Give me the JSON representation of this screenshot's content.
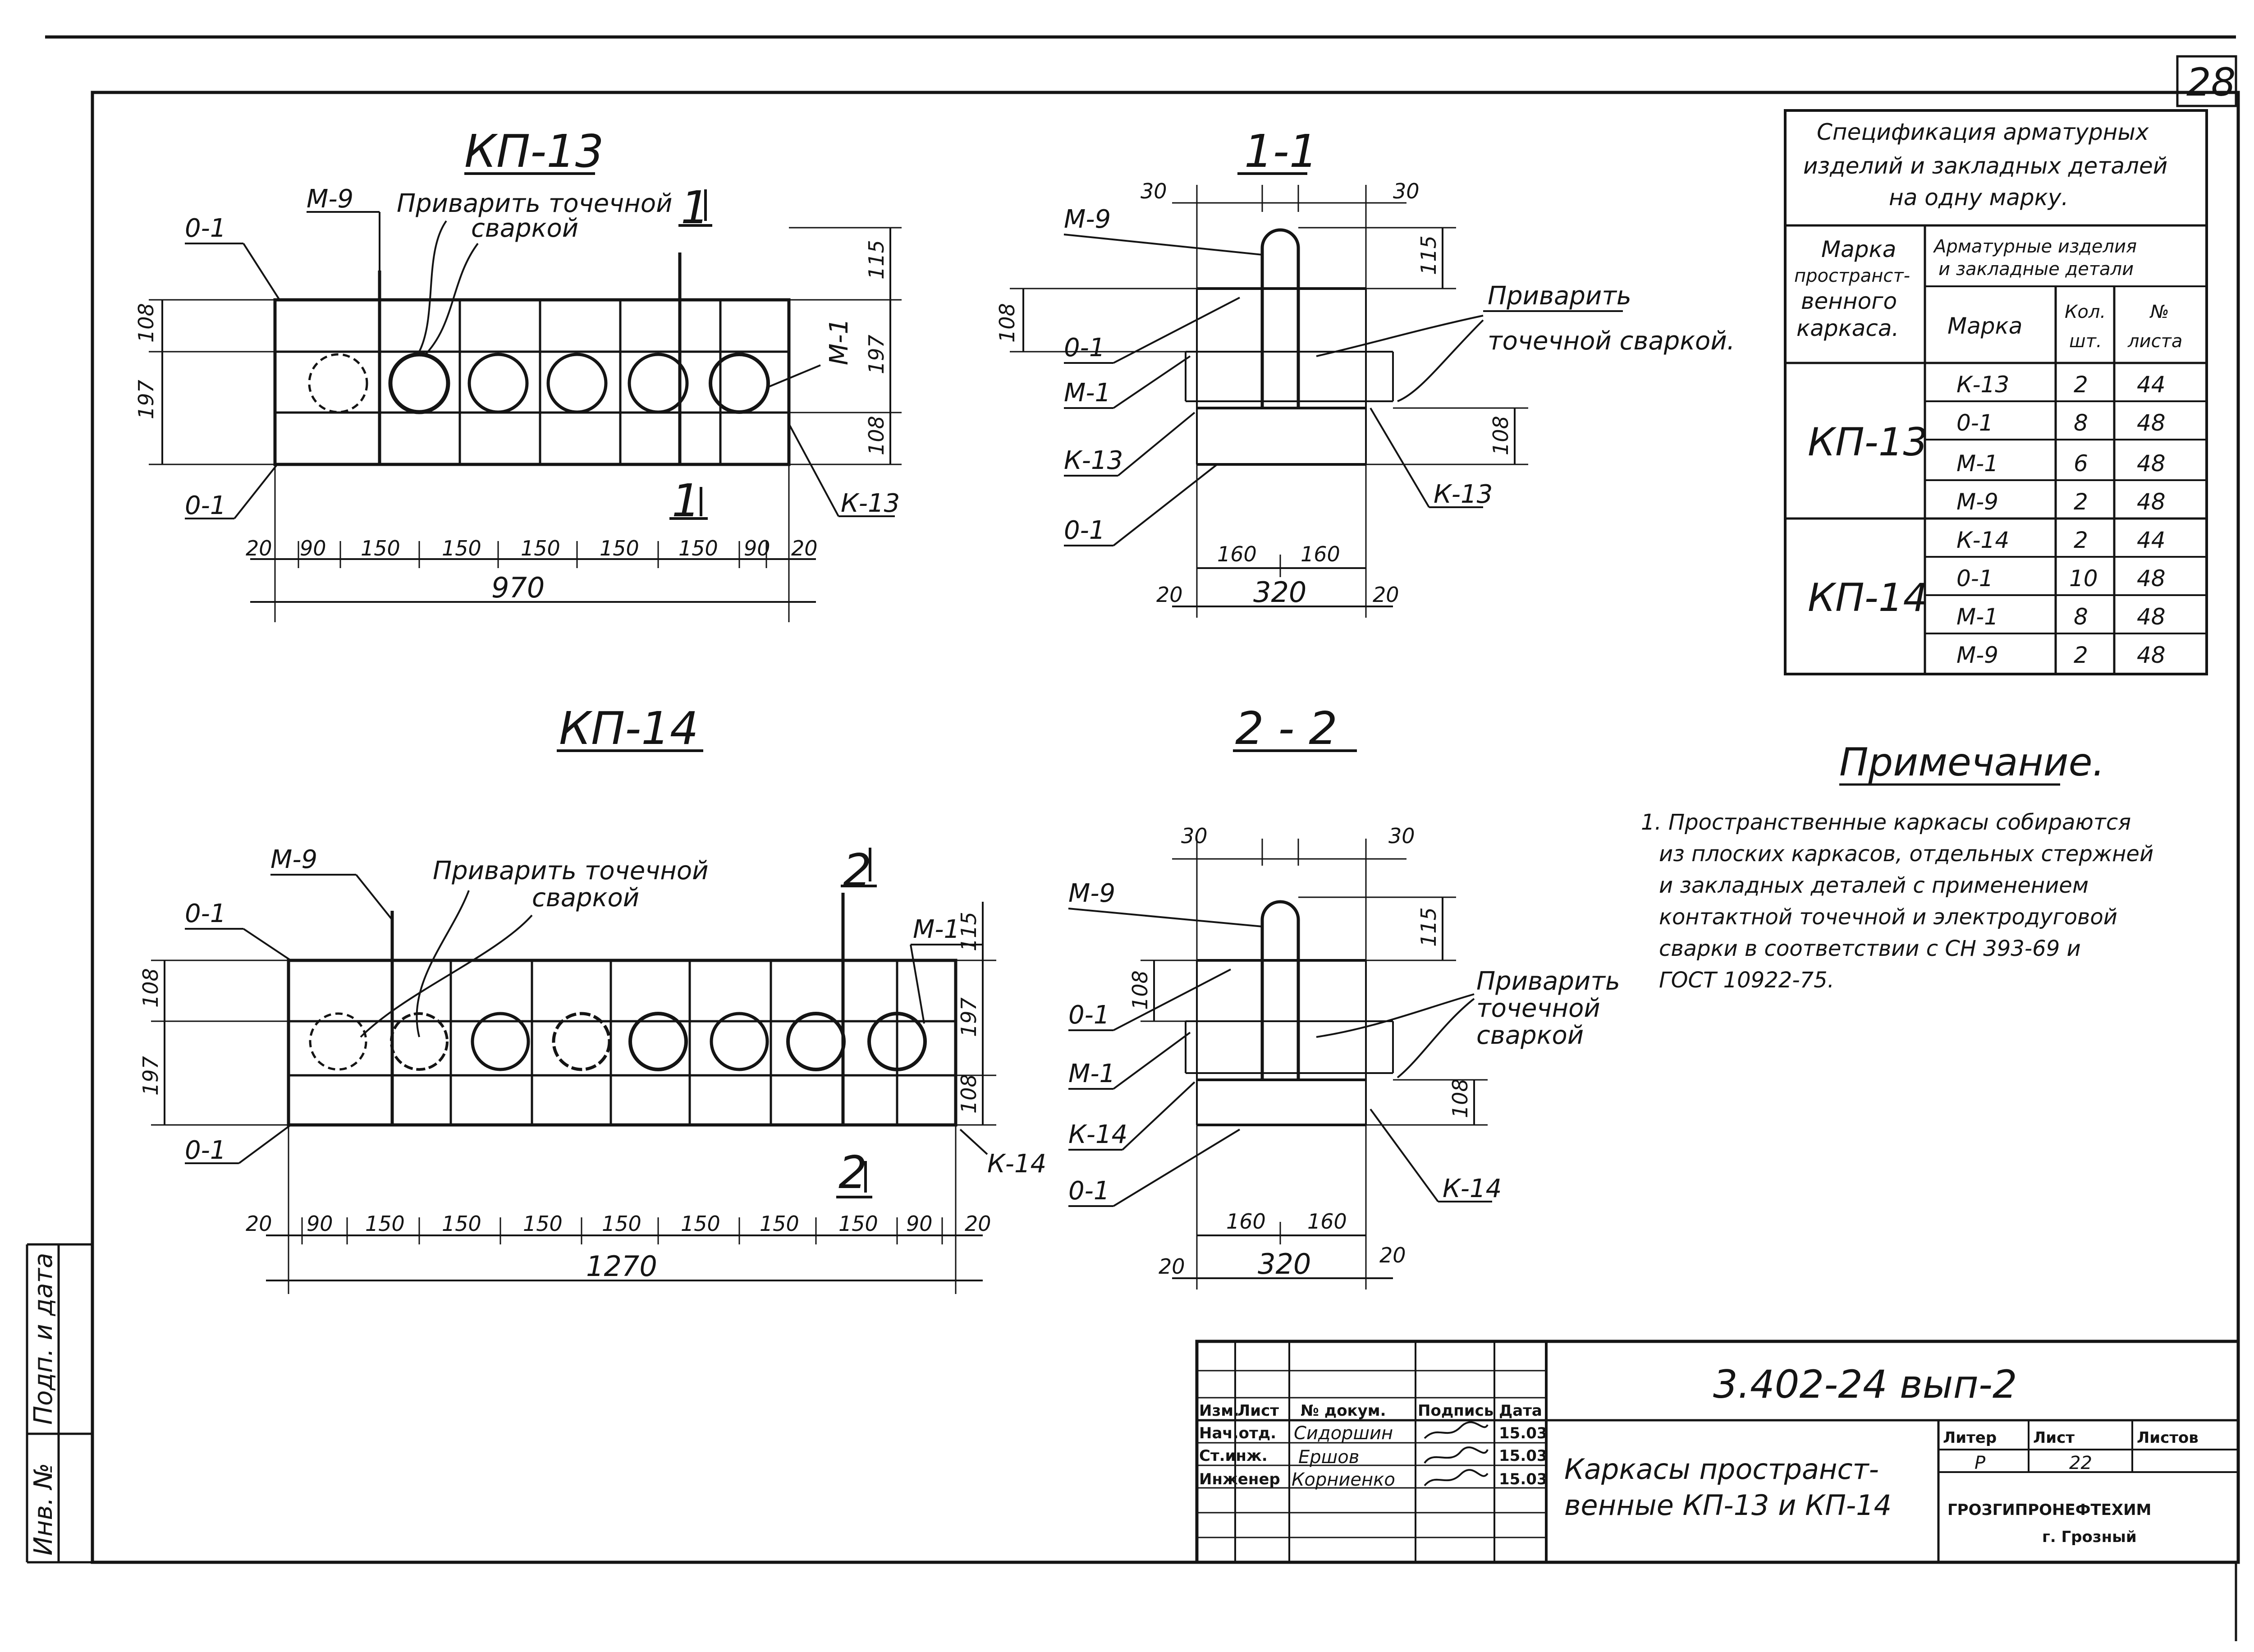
{
  "sheet_number": "28",
  "views": {
    "kp13": {
      "title": "КП-13",
      "section_mark": "1",
      "label_m9": "М-9",
      "label_weld": "Приварить точечной",
      "label_weld2": "сваркой",
      "label_o1_top": "0-1",
      "label_o1_bottom": "0-1",
      "label_m1": "М-1",
      "label_k13": "К-13",
      "dim_115": "115",
      "dim_197_right": "197",
      "dim_108_right": "108",
      "dim_108_left": "108",
      "dim_197_left": "197",
      "dims_bottom": [
        "20",
        "90",
        "150",
        "150",
        "150",
        "150",
        "150",
        "90",
        "20"
      ],
      "dim_total": "970"
    },
    "sec11": {
      "title": "1-1",
      "label_m9": "М-9",
      "label_o1": "0-1",
      "label_m1": "М-1",
      "label_k13_left": "К-13",
      "label_o1_low": "0-1",
      "label_k13_right": "К-13",
      "label_weld": "Приварить",
      "label_weld2": "точечной сваркой.",
      "dim_30_left": "30",
      "dim_30_right": "30",
      "dim_115": "115",
      "dim_108_left": "108",
      "dim_108_right": "108",
      "dim_160a": "160",
      "dim_160b": "160",
      "dim_320": "320",
      "dim_20_left": "20",
      "dim_20_right": "20"
    },
    "kp14": {
      "title": "КП-14",
      "section_mark": "2",
      "label_m9": "М-9",
      "label_weld": "Приварить точечной",
      "label_weld2": "сваркой",
      "label_o1_top": "0-1",
      "label_o1_bottom": "0-1",
      "label_m1": "М-1",
      "label_k14": "К-14",
      "dim_115": "115",
      "dim_197_right": "197",
      "dim_108_right": "108",
      "dim_108_left": "108",
      "dim_197_left": "197",
      "dims_bottom": [
        "20",
        "90",
        "150",
        "150",
        "150",
        "150",
        "150",
        "150",
        "150",
        "90",
        "20"
      ],
      "dim_total": "1270"
    },
    "sec22": {
      "title": "2 - 2",
      "label_m9": "М-9",
      "label_o1": "0-1",
      "label_m1": "М-1",
      "label_k14_left": "К-14",
      "label_o1_low": "0-1",
      "label_k14_right": "К-14",
      "label_weld": "Приварить",
      "label_weld2": "точечной",
      "label_weld3": "сваркой",
      "dim_30_left": "30",
      "dim_30_right": "30",
      "dim_115": "115",
      "dim_108_left": "108",
      "dim_108_right": "108",
      "dim_160a": "160",
      "dim_160b": "160",
      "dim_320": "320",
      "dim_20_left": "20",
      "dim_20_right": "20"
    }
  },
  "spec": {
    "title_lines": [
      "Спецификация арматурных",
      "изделий и закладных деталей",
      "на одну марку."
    ],
    "col_mark_lines": [
      "Марка",
      "пространст-",
      "венного",
      "каркаса."
    ],
    "col_items_lines": [
      "Арматурные изделия",
      "и закладные детали"
    ],
    "col_marka": "Марка",
    "col_qty_lines": [
      "Кол.",
      "шт."
    ],
    "col_sheet_lines": [
      "№",
      "листа"
    ],
    "groups": [
      {
        "name": "КП-13",
        "rows": [
          [
            "К-13",
            "2",
            "44"
          ],
          [
            "0-1",
            "8",
            "48"
          ],
          [
            "М-1",
            "6",
            "48"
          ],
          [
            "М-9",
            "2",
            "48"
          ]
        ]
      },
      {
        "name": "КП-14",
        "rows": [
          [
            "К-14",
            "2",
            "44"
          ],
          [
            "0-1",
            "10",
            "48"
          ],
          [
            "М-1",
            "8",
            "48"
          ],
          [
            "М-9",
            "2",
            "48"
          ]
        ]
      }
    ]
  },
  "note": {
    "title": "Примечание.",
    "lines": [
      "1. Пространственные каркасы собираются",
      "из плоских каркасов, отдельных стержней",
      "и закладных деталей с применением",
      "контактной точечной и электродуговой",
      "сварки в соответствии с СН 393-69 и",
      "ГОСТ 10922-75."
    ]
  },
  "title_block": {
    "code": "3.402-24 вып-2",
    "title_line1": "Каркасы пространст-",
    "title_line2": "венные КП-13 и КП-14",
    "headers": [
      "Изм.",
      "Лист",
      "№ докум.",
      "Подпись",
      "Дата"
    ],
    "rows": [
      [
        "Нач.отд.",
        "Сидоршин",
        "15.03"
      ],
      [
        "Ст.инж.",
        "Ершов",
        "15.03"
      ],
      [
        "Инженер",
        "Корниенко",
        "15.03"
      ]
    ],
    "litera_label": "Литер",
    "list_label": "Лист",
    "listov_label": "Листов",
    "litera_value": "Р",
    "list_value": "22",
    "org": "ГРОЗГИПРОНЕФТЕХИМ",
    "city": "г. Грозный"
  },
  "margin": {
    "podp_data": "Подп. и дата",
    "inv_no": "Инв. №"
  }
}
